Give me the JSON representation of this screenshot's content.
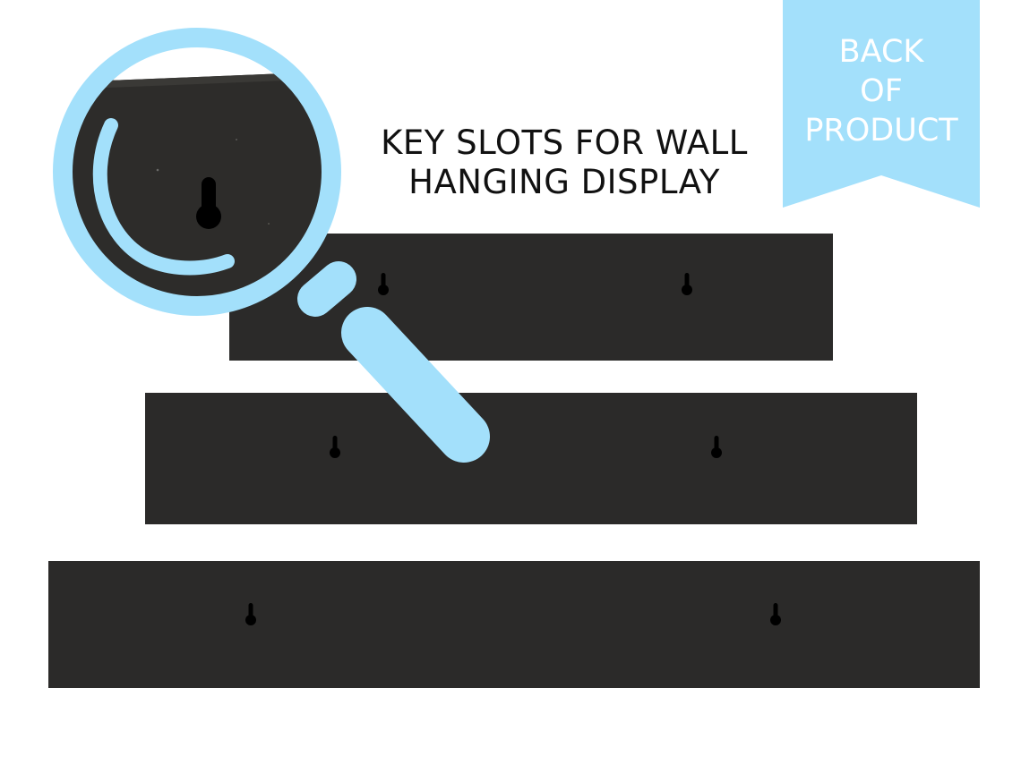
{
  "headline": {
    "line1": "KEY SLOTS FOR WALL",
    "line2": "HANGING DISPLAY"
  },
  "banner": {
    "line1": "BACK",
    "line2": "OF",
    "line3": "PRODUCT"
  },
  "colors": {
    "shelf": "#2b2a29",
    "accent_blue": "#a3e0fb",
    "banner_text": "#ffffff",
    "headline_text": "#111111"
  },
  "icons": {
    "magnifier": "magnifying-glass-icon",
    "key_slot": "keyhole-slot-icon"
  }
}
